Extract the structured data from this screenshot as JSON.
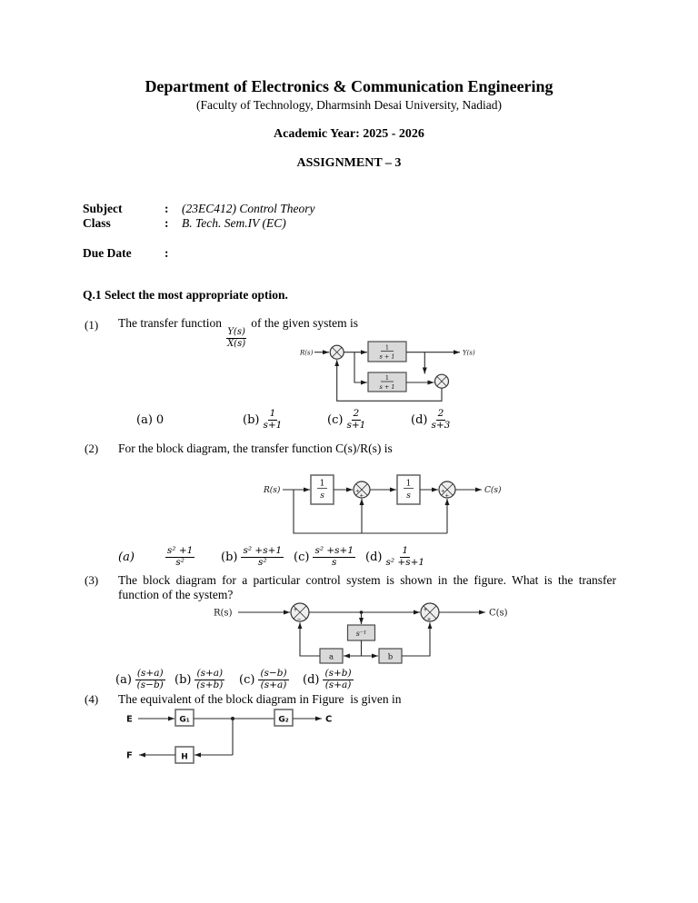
{
  "header": {
    "title": "Department of Electronics & Communication Engineering",
    "subtitle": "(Faculty of Technology, Dharmsinh Desai University, Nadiad)",
    "academic_year": "Academic Year: 2025 - 2026",
    "assignment_title": "ASSIGNMENT – 3"
  },
  "info": {
    "colon": ":",
    "subject_label": "Subject",
    "subject_value": "(23EC412) Control Theory",
    "class_label": "Class",
    "class_value": "B. Tech. Sem.IV (EC)",
    "due_date_label": "Due Date"
  },
  "section_heading": "Q.1 Select the most appropriate option.",
  "q1": {
    "number": "(1)",
    "text_before": "The transfer function",
    "inline_frac_num": "Y(s)",
    "inline_frac_den": "X(s)",
    "text_after": "of the given system is",
    "options": [
      {
        "label": "(a)",
        "value": "0"
      },
      {
        "label": "(b)",
        "num": "1",
        "den": "s+1"
      },
      {
        "label": "(c)",
        "num": "2",
        "den": "s+1"
      },
      {
        "label": "(d)",
        "num": "2",
        "den": "s+3"
      }
    ],
    "diagram": {
      "input": "R(s)",
      "output": "Y(s)",
      "block1_num": "1",
      "block1_den": "s + 1",
      "block2_num": "1",
      "block2_den": "s + 1"
    }
  },
  "q2": {
    "number": "(2)",
    "text": "For the block diagram, the transfer function C(s)/R(s) is",
    "options": [
      {
        "label": "(a)",
        "num": "s² +1",
        "den": "s²"
      },
      {
        "label": "(b)",
        "num": "s² +s+1",
        "den": "s²"
      },
      {
        "label": "(c)",
        "num": "s² +s+1",
        "den": "s"
      },
      {
        "label": "(d)",
        "num": "1",
        "den": "s² +s+1"
      }
    ],
    "diagram": {
      "input": "R(s)",
      "output": "C(s)",
      "block1_num": "1",
      "block1_den": "s",
      "block2_num": "1",
      "block2_den": "s",
      "plus": "+"
    }
  },
  "q3": {
    "number": "(3)",
    "text": "The block diagram for a particular control system is shown in the figure. What is the transfer function of the system?",
    "options": [
      {
        "label": "(a)",
        "num": "(s+a)",
        "den": "(s−b)"
      },
      {
        "label": "(b)",
        "num": "(s+a)",
        "den": "(s+b)"
      },
      {
        "label": "(c)",
        "num": "(s−b)",
        "den": "(s+a)"
      },
      {
        "label": "(d)",
        "num": "(s+b)",
        "den": "(s+a)"
      }
    ],
    "diagram": {
      "input": "R(s)",
      "output": "C(s)",
      "block_integrator": "s⁻¹",
      "block_a": "a",
      "block_b": "b",
      "plus": "+",
      "minus": "−"
    }
  },
  "q4": {
    "number": "(4)",
    "text": "The equivalent of the block diagram in Figure  is given in",
    "diagram": {
      "input": "E",
      "output": "C",
      "feedback_output": "F",
      "block_g1": "G₁",
      "block_g2": "G₂",
      "block_h": "H"
    }
  }
}
